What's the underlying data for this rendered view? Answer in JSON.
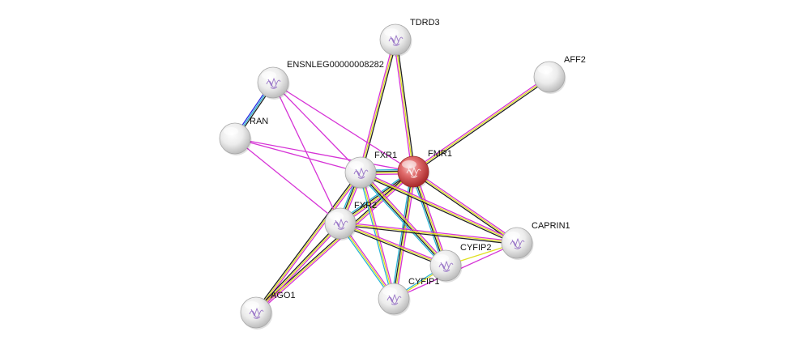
{
  "network": {
    "nodes": [
      {
        "id": "FMR1",
        "label": "FMR1",
        "query": true,
        "structure": true
      },
      {
        "id": "FXR1",
        "label": "FXR1",
        "query": false,
        "structure": true
      },
      {
        "id": "FXR2",
        "label": "FXR2",
        "query": false,
        "structure": true
      },
      {
        "id": "TDRD3",
        "label": "TDRD3",
        "query": false,
        "structure": true
      },
      {
        "id": "ENSNLEG",
        "label": "ENSNLEG00000008282",
        "query": false,
        "structure": true
      },
      {
        "id": "RAN",
        "label": "RAN",
        "query": false,
        "structure": false
      },
      {
        "id": "AFF2",
        "label": "AFF2",
        "query": false,
        "structure": false
      },
      {
        "id": "CAPRIN1",
        "label": "CAPRIN1",
        "query": false,
        "structure": true
      },
      {
        "id": "CYFIP2",
        "label": "CYFIP2",
        "query": false,
        "structure": true
      },
      {
        "id": "CYFIP1",
        "label": "CYFIP1",
        "query": false,
        "structure": true
      },
      {
        "id": "AGO1",
        "label": "AGO1",
        "query": false,
        "structure": true
      }
    ],
    "edge_colors": {
      "black": "#222222",
      "yellow": "#e0e020",
      "magenta": "#d633d6",
      "cyan": "#2bb5d6",
      "blue": "#2a2ae0",
      "green": "#22aa22"
    },
    "edges": [
      {
        "source": "FMR1",
        "target": "FXR1",
        "evidence": [
          "magenta",
          "yellow",
          "black",
          "cyan"
        ]
      },
      {
        "source": "FMR1",
        "target": "FXR2",
        "evidence": [
          "magenta",
          "yellow",
          "black",
          "cyan"
        ]
      },
      {
        "source": "FXR1",
        "target": "FXR2",
        "evidence": [
          "magenta",
          "yellow",
          "black",
          "cyan"
        ]
      },
      {
        "source": "FMR1",
        "target": "TDRD3",
        "evidence": [
          "magenta",
          "yellow",
          "black"
        ]
      },
      {
        "source": "FXR1",
        "target": "TDRD3",
        "evidence": [
          "magenta",
          "yellow",
          "black"
        ]
      },
      {
        "source": "FMR1",
        "target": "AFF2",
        "evidence": [
          "magenta",
          "yellow",
          "black"
        ]
      },
      {
        "source": "FMR1",
        "target": "CAPRIN1",
        "evidence": [
          "magenta",
          "yellow",
          "black"
        ]
      },
      {
        "source": "FMR1",
        "target": "CYFIP2",
        "evidence": [
          "magenta",
          "yellow",
          "black",
          "cyan"
        ]
      },
      {
        "source": "FMR1",
        "target": "CYFIP1",
        "evidence": [
          "magenta",
          "yellow",
          "black",
          "cyan"
        ]
      },
      {
        "source": "FMR1",
        "target": "AGO1",
        "evidence": [
          "magenta",
          "yellow",
          "black"
        ]
      },
      {
        "source": "FMR1",
        "target": "ENSNLEG",
        "evidence": [
          "magenta"
        ]
      },
      {
        "source": "FMR1",
        "target": "RAN",
        "evidence": [
          "magenta"
        ]
      },
      {
        "source": "FXR1",
        "target": "CAPRIN1",
        "evidence": [
          "magenta",
          "yellow",
          "black"
        ]
      },
      {
        "source": "FXR1",
        "target": "CYFIP2",
        "evidence": [
          "magenta",
          "yellow",
          "black",
          "cyan"
        ]
      },
      {
        "source": "FXR1",
        "target": "CYFIP1",
        "evidence": [
          "magenta",
          "yellow",
          "cyan"
        ]
      },
      {
        "source": "FXR1",
        "target": "AGO1",
        "evidence": [
          "magenta",
          "yellow",
          "black"
        ]
      },
      {
        "source": "FXR1",
        "target": "ENSNLEG",
        "evidence": [
          "magenta"
        ]
      },
      {
        "source": "FXR1",
        "target": "RAN",
        "evidence": [
          "magenta"
        ]
      },
      {
        "source": "FXR2",
        "target": "CAPRIN1",
        "evidence": [
          "magenta",
          "yellow",
          "black"
        ]
      },
      {
        "source": "FXR2",
        "target": "CYFIP2",
        "evidence": [
          "magenta",
          "yellow",
          "black"
        ]
      },
      {
        "source": "FXR2",
        "target": "CYFIP1",
        "evidence": [
          "magenta",
          "yellow",
          "cyan"
        ]
      },
      {
        "source": "FXR2",
        "target": "AGO1",
        "evidence": [
          "magenta",
          "yellow",
          "black"
        ]
      },
      {
        "source": "FXR2",
        "target": "ENSNLEG",
        "evidence": [
          "magenta"
        ]
      },
      {
        "source": "FXR2",
        "target": "RAN",
        "evidence": [
          "magenta"
        ]
      },
      {
        "source": "ENSNLEG",
        "target": "RAN",
        "evidence": [
          "black",
          "cyan",
          "blue"
        ]
      },
      {
        "source": "CYFIP1",
        "target": "CYFIP2",
        "evidence": [
          "cyan",
          "yellow"
        ]
      },
      {
        "source": "CYFIP2",
        "target": "CAPRIN1",
        "evidence": [
          "yellow"
        ]
      },
      {
        "source": "CYFIP1",
        "target": "CAPRIN1",
        "evidence": [
          "magenta"
        ]
      }
    ]
  }
}
